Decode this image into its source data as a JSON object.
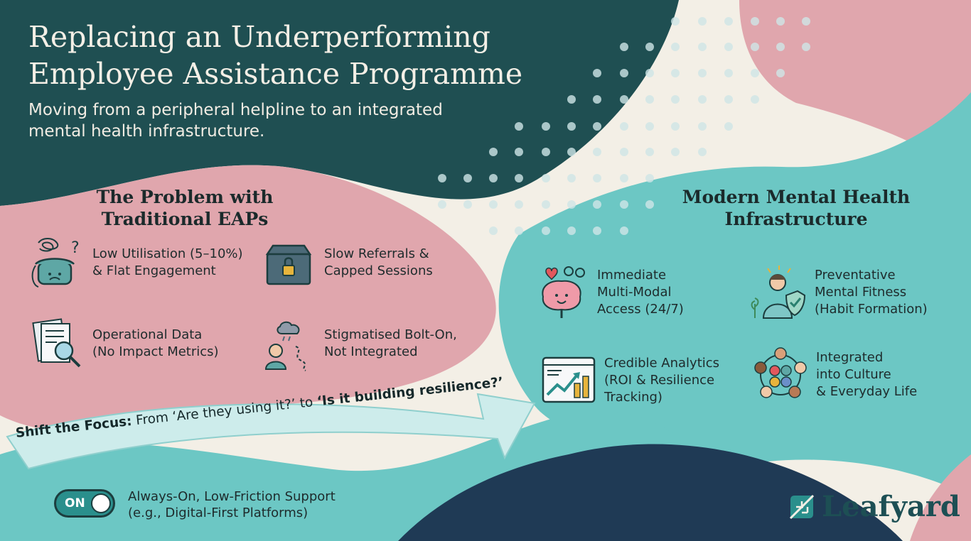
{
  "header": {
    "title_line1": "Replacing an Underperforming",
    "title_line2": "Employee Assistance Programme",
    "subtitle": "Moving from a peripheral helpline to an integrated mental health infrastructure."
  },
  "problem": {
    "heading": "The Problem with\nTraditional EAPs",
    "items": [
      {
        "label": "Low Utilisation (5–10%)\n& Flat Engagement",
        "icon": "tangled-phone-icon"
      },
      {
        "label": "Slow Referrals &\nCapped Sessions",
        "icon": "locked-box-icon"
      },
      {
        "label": "Operational Data\n(No Impact Metrics)",
        "icon": "document-magnifier-icon"
      },
      {
        "label": "Stigmatised Bolt-On,\nNot Integrated",
        "icon": "rain-cloud-person-icon"
      }
    ]
  },
  "modern": {
    "heading": "Modern Mental Health\nInfrastructure",
    "items": [
      {
        "label": "Immediate\nMulti-Modal\nAccess (24/7)",
        "icon": "brain-gears-icon"
      },
      {
        "label": "Preventative\nMental Fitness\n(Habit Formation)",
        "icon": "person-shield-icon"
      },
      {
        "label": "Credible Analytics\n(ROI & Resilience\nTracking)",
        "icon": "analytics-chart-icon"
      },
      {
        "label": "Integrated\ninto Culture\n& Everyday Life",
        "icon": "people-circle-icon"
      }
    ]
  },
  "focus": {
    "lead": "Shift the Focus:",
    "middle": "From ‘Are they using it?’ to",
    "question": "‘Is it building resilience?’"
  },
  "toggle": {
    "state_text": "ON",
    "label": "Always-On, Low-Friction Support\n(e.g., Digital-First Platforms)"
  },
  "brand": {
    "name": "Leafyard",
    "icon": "leaf-logo-icon"
  },
  "colors": {
    "dark_teal": "#1f4f52",
    "blush_pink": "#e0a6ad",
    "aqua": "#6cc7c4",
    "navy": "#1f3a55",
    "cream": "#f3efe6"
  }
}
